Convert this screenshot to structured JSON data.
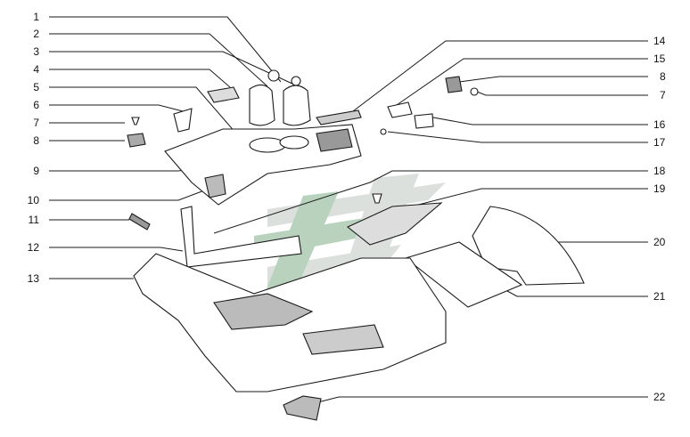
{
  "diagram": {
    "left_callouts": [
      "1",
      "2",
      "3",
      "4",
      "5",
      "6",
      "7",
      "8",
      "9",
      "10",
      "11",
      "12",
      "13"
    ],
    "right_callouts": [
      "14",
      "15",
      "8",
      "7",
      "16",
      "17",
      "18",
      "19",
      "20",
      "21",
      "22"
    ]
  },
  "colors": {
    "line": "#1a1a1a",
    "watermark_green": "#7fae8a",
    "watermark_grey": "#bfc7c2",
    "background": "#ffffff"
  }
}
